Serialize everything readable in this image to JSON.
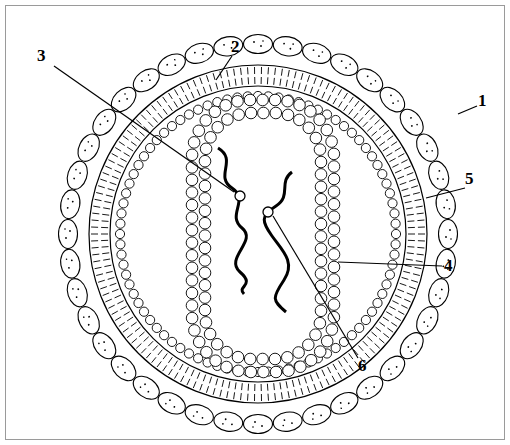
{
  "diagram": {
    "labels": [
      "2",
      "3",
      "1",
      "5",
      "4",
      "6"
    ]
  }
}
